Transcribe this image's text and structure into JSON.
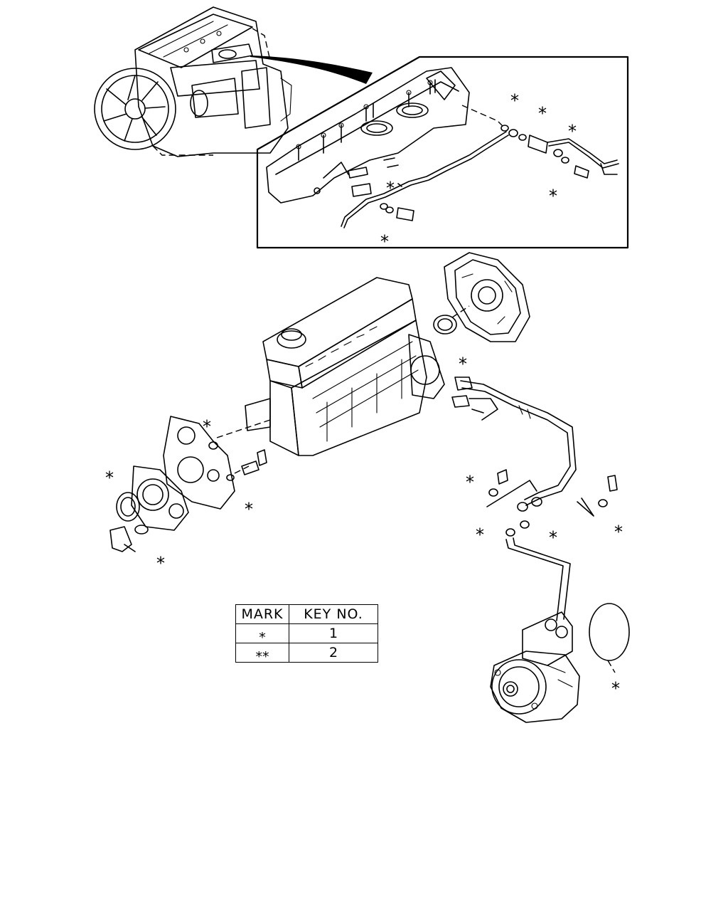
{
  "legend": {
    "header_mark": "MARK",
    "header_key": "KEY NO.",
    "rows": [
      {
        "mark": "⁎",
        "key": "1"
      },
      {
        "mark": "⁎⁎",
        "key": "2"
      }
    ]
  },
  "callout_symbol": "⁎"
}
